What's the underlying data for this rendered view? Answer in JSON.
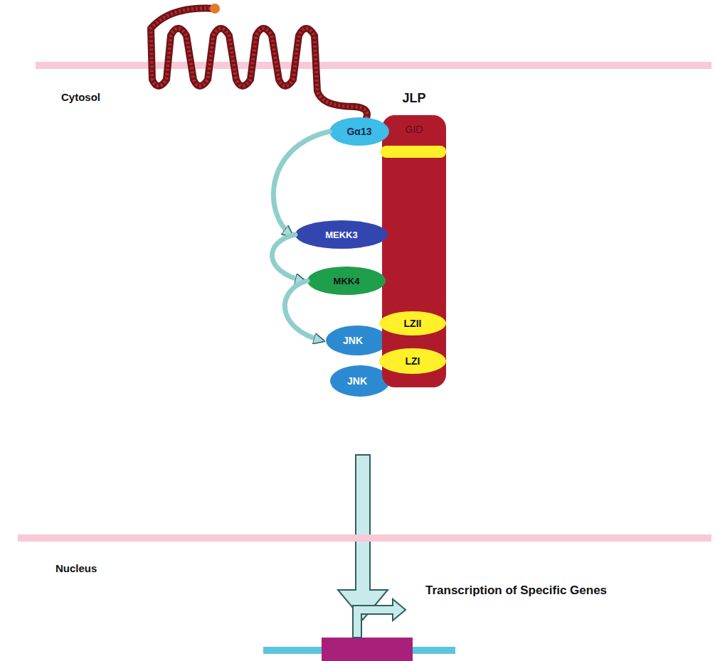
{
  "diagram": {
    "nodes": [
      {
        "text": [
          "JLP",
          "GID"
        ]
      },
      {
        "text": [
          "Gα13"
        ]
      },
      {
        "text": [
          "MEKK3"
        ]
      },
      {
        "text": [
          "MKK4"
        ]
      },
      {
        "text": [
          "LZII"
        ],
        "in": 0
      },
      {
        "text": [
          "JNK"
        ]
      },
      {
        "text": [
          "LZI"
        ],
        "in": 0
      },
      {
        "text": [
          "JNK"
        ]
      }
    ],
    "edges": [
      {
        "from": 1,
        "to": 2,
        "arrow": "to"
      },
      {
        "from": 2,
        "to": 3,
        "arrow": "to"
      },
      {
        "from": 3,
        "to": 5,
        "arrow": "to"
      }
    ],
    "labels": [
      "Cytosol",
      "Nucleus",
      "Transcription of Specific Genes"
    ]
  }
}
